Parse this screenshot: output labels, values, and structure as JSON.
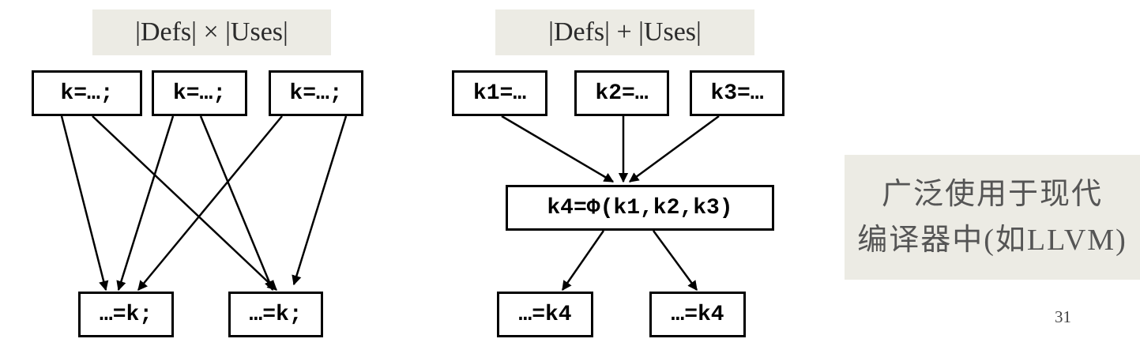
{
  "left_diagram": {
    "title": "|Defs| × |Uses|",
    "defs": [
      "k=…;",
      "k=…;",
      "k=…;"
    ],
    "uses": [
      "…=k;",
      "…=k;"
    ]
  },
  "right_diagram": {
    "title": "|Defs| + |Uses|",
    "defs": [
      "k1=…",
      "k2=…",
      "k3=…"
    ],
    "phi": "k4=Φ(k1,k2,k3)",
    "uses": [
      "…=k4",
      "…=k4"
    ]
  },
  "note": {
    "line1": "广泛使用于现代",
    "line2": "编译器中(如LLVM)"
  },
  "page_number": "31"
}
